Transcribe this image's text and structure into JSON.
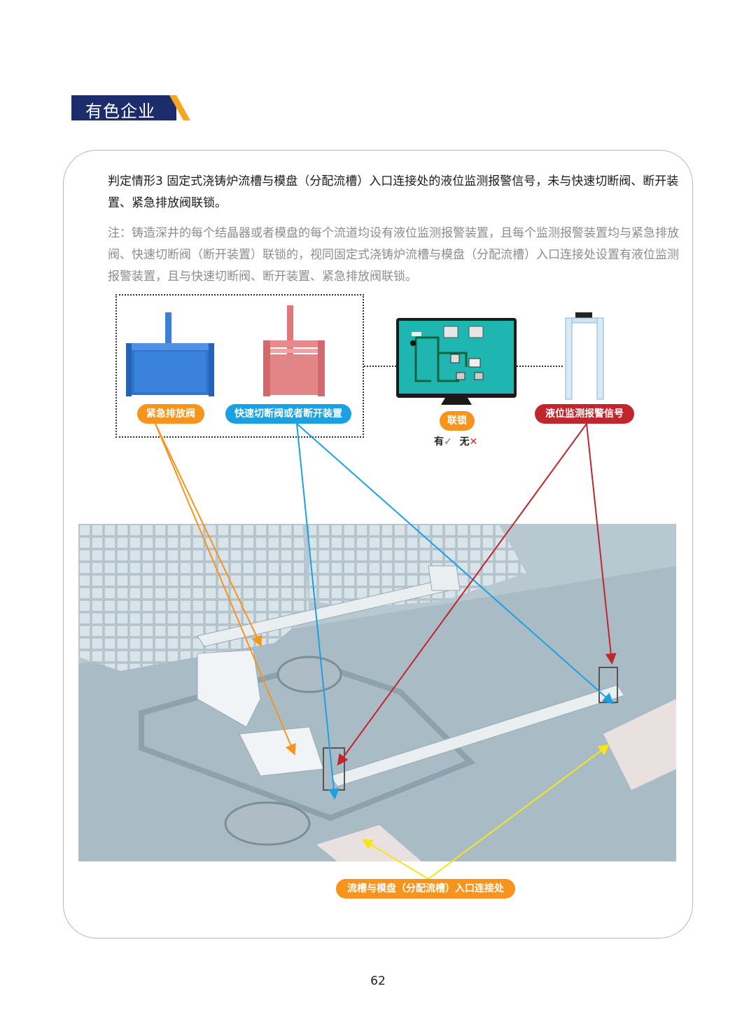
{
  "section": {
    "title": "有色企业"
  },
  "content": {
    "main_text": "判定情形3 固定式浇铸炉流槽与模盘（分配流槽）入口连接处的液位监测报警信号，未与快速切断阀、断开装置、紧急排放阀联锁。",
    "note_text": "注：铸造深井的每个结晶器或者模盘的每个流道均设有液位监测报警装置，且每个监测报警装置均与紧急排放阀、快速切断阀（断开装置）联锁的，视同固定式浇铸炉流槽与模盘（分配流槽）入口连接处设置有液位监测报警装置，且与快速切断阀、断开装置、紧急排放阀联锁。"
  },
  "labels": {
    "emergency_valve": "紧急排放阀",
    "quick_valve": "快速切断阀或者断开装置",
    "interlock": "联锁",
    "level_alarm": "液位监测报警信号",
    "junction": "流槽与模盘（分配流槽）入口连接处"
  },
  "legend": {
    "yes": "有",
    "no": "无"
  },
  "colors": {
    "header_bg": "#1d2d6b",
    "header_accent": "#f5a623",
    "orange": "#f7941d",
    "blue": "#1ba1e2",
    "red": "#c0272d",
    "yellow": "#f5e61a"
  },
  "page": {
    "number": "62"
  }
}
